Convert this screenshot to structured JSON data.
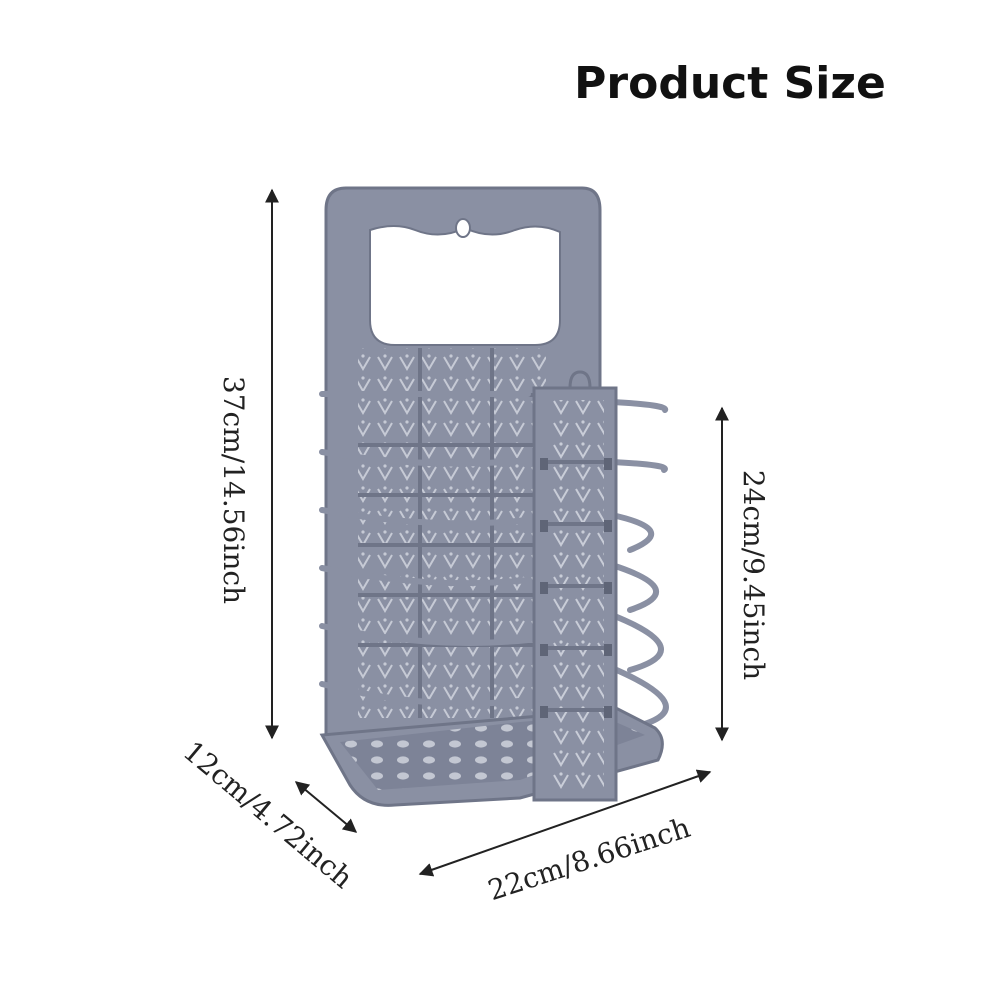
{
  "title": "Product Size",
  "dimensions": {
    "height": "37cm/14.56inch",
    "inner_height": "24cm/9.45inch",
    "depth": "12cm/4.72inch",
    "width": "22cm/8.66inch"
  },
  "colors": {
    "basket": "#8a90a3",
    "basket_dark": "#6f7588",
    "basket_light": "#a4aabb",
    "arrow": "#222222"
  }
}
